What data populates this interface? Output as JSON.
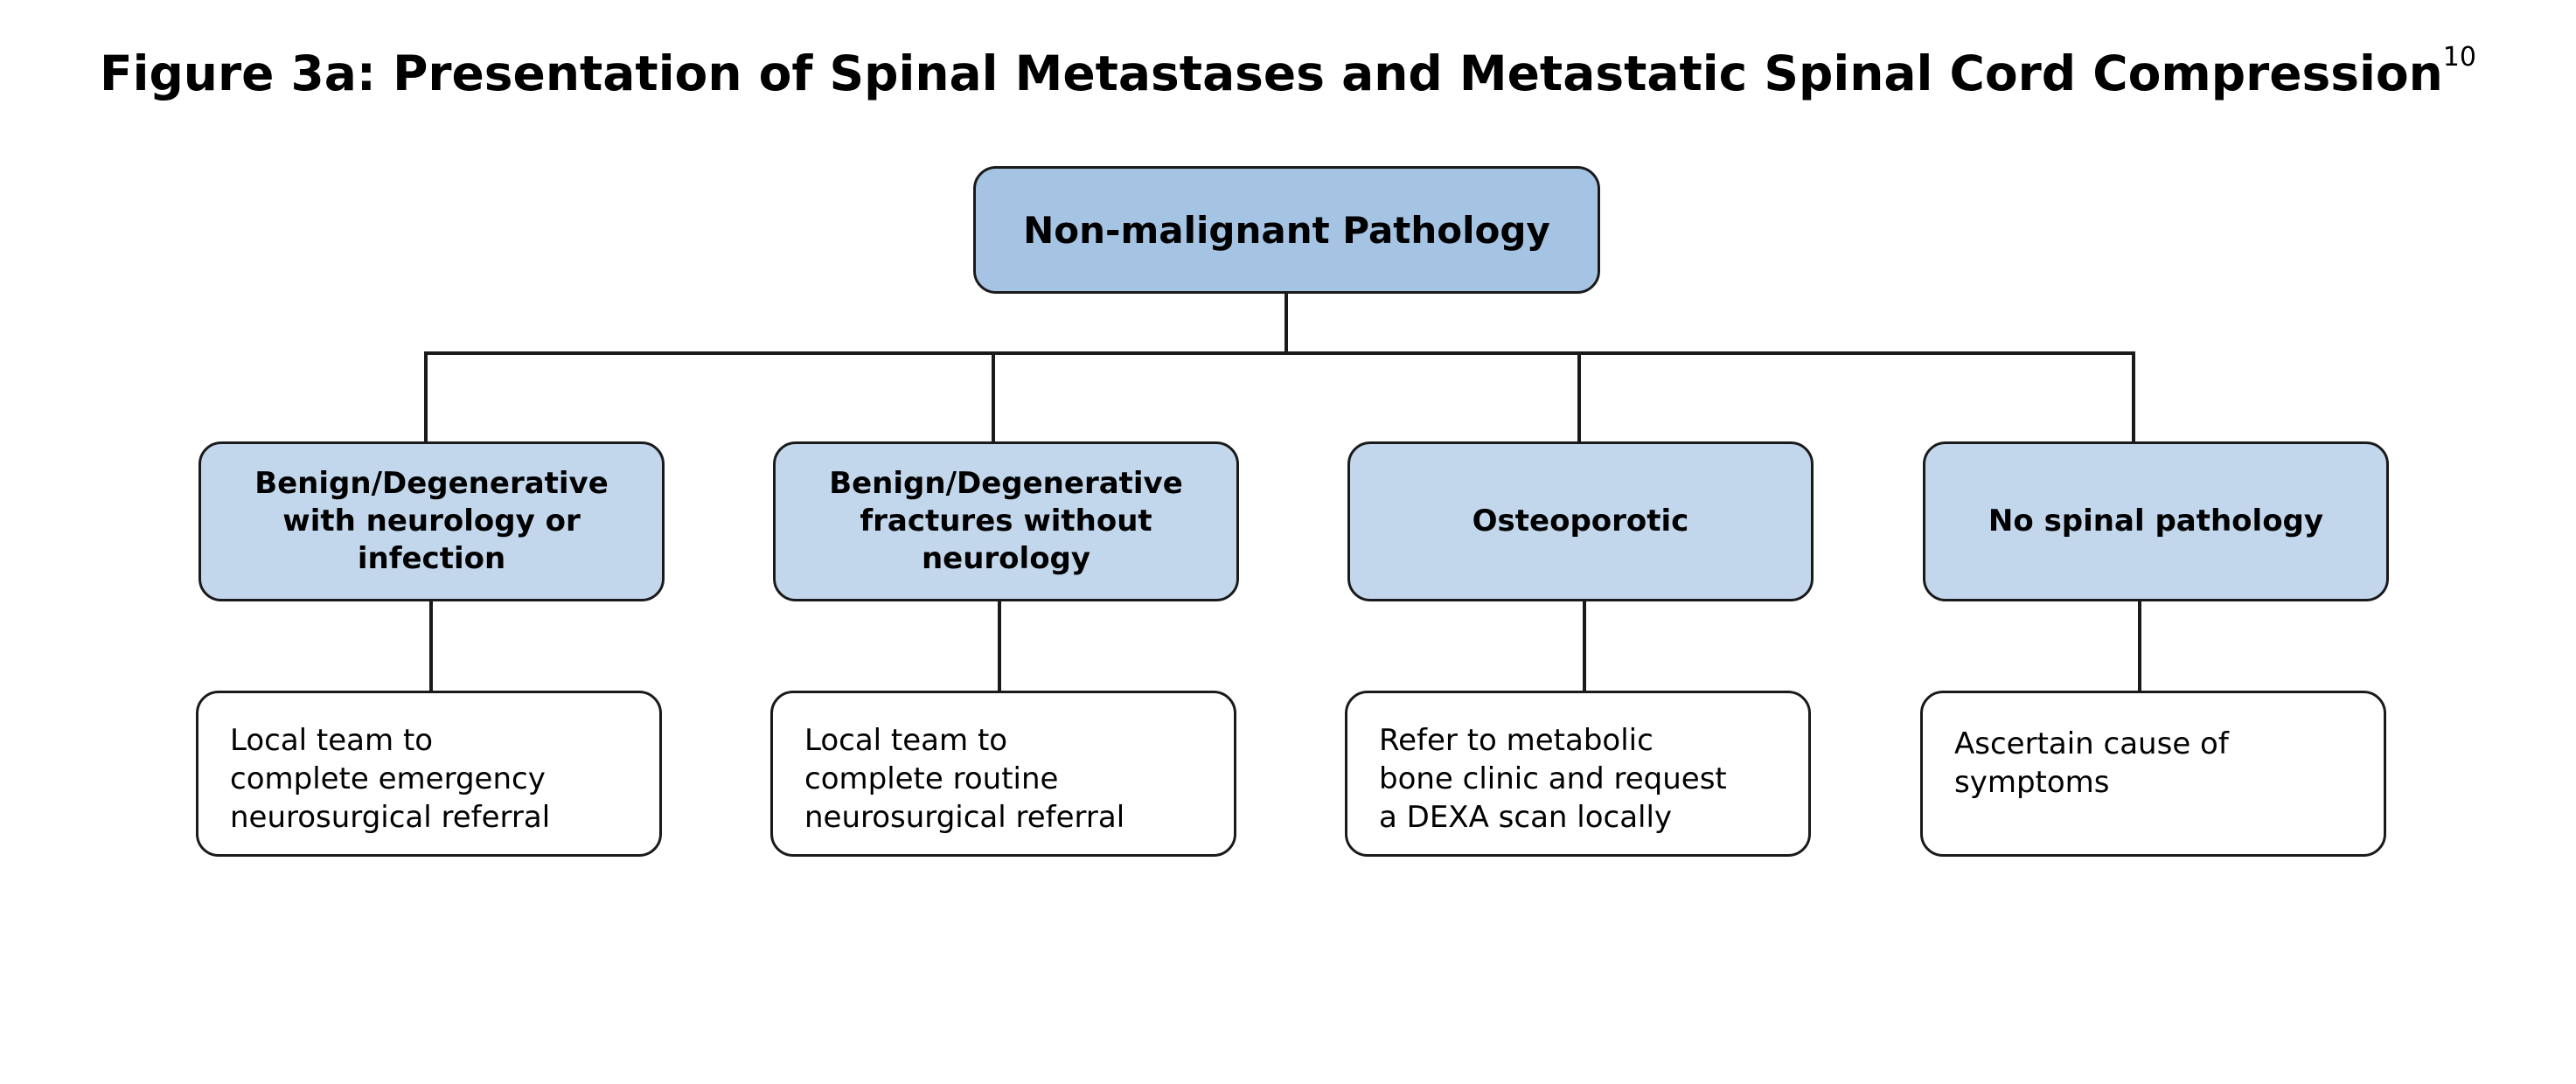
{
  "figure": {
    "title": "Figure 3a: Presentation of Spinal Metastases and Metastatic Spinal Cord Compression",
    "title_superscript": "10"
  },
  "root": {
    "label": "Non-malignant Pathology"
  },
  "categories": [
    {
      "label": "Benign/Degenerative\nwith neurology or\ninfection"
    },
    {
      "label": "Benign/Degenerative\nfractures without\nneurology"
    },
    {
      "label": "Osteoporotic"
    },
    {
      "label": "No spinal pathology"
    }
  ],
  "actions": [
    {
      "text": "Local team to\ncomplete emergency\nneurosurgical referral"
    },
    {
      "text": "Local team to\ncomplete routine\nneurosurgical referral"
    },
    {
      "text": "Refer to metabolic\nbone clinic and request\na DEXA scan locally"
    },
    {
      "text": "Ascertain cause of\nsymptoms"
    }
  ],
  "colors": {
    "root_fill": "#a5c3e3",
    "category_fill": "#c3d7ec",
    "action_fill": "#ffffff",
    "stroke": "#1a1a1a"
  }
}
